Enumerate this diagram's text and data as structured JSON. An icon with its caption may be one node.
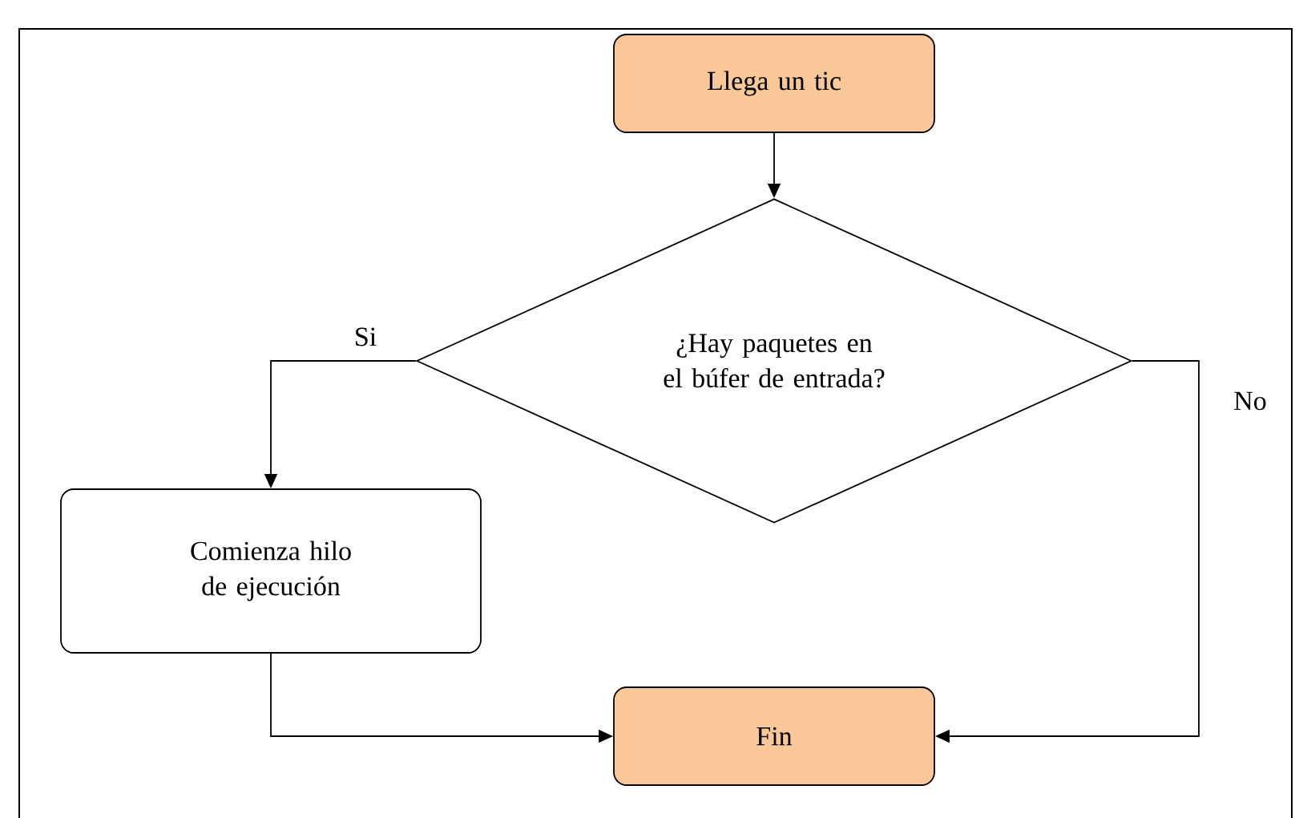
{
  "diagram": {
    "nodes": [
      {
        "text": [
          "Llega un tic"
        ]
      },
      {
        "text": [
          "¿Hay paquetes en el búfer de entrada?"
        ]
      },
      {
        "text": [
          "Comienza hilo de ejecución"
        ]
      },
      {
        "text": [
          "Fin"
        ]
      }
    ],
    "edges": [
      {
        "from": 0,
        "to": 1,
        "arrow": "to"
      },
      {
        "from": 1,
        "to": 2,
        "arrow": "to",
        "label": "Si"
      },
      {
        "from": 1,
        "to": 3,
        "arrow": "to",
        "label": "No"
      },
      {
        "from": 2,
        "to": 3,
        "arrow": "to"
      }
    ]
  }
}
